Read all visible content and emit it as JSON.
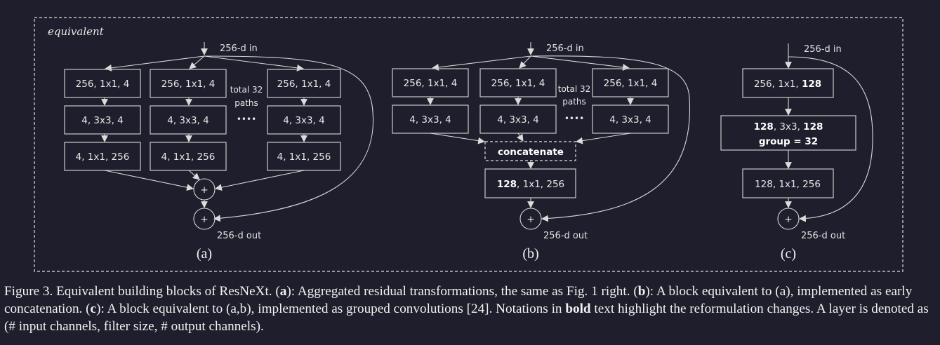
{
  "frame_label": "equivalent",
  "a": {
    "input_label": "256-d in",
    "output_label": "256-d out",
    "subfig_label": "(a)",
    "paths_note_line1": "total 32",
    "paths_note_line2": "paths",
    "ellipsis": "••••",
    "layer1": "256, 1x1, 4",
    "layer2": "4, 3x3, 4",
    "layer3": "4, 1x1, 256",
    "sum_symbol": "+"
  },
  "b": {
    "input_label": "256-d in",
    "output_label": "256-d out",
    "subfig_label": "(b)",
    "paths_note_line1": "total 32",
    "paths_note_line2": "paths",
    "ellipsis": "••••",
    "layer1": "256, 1x1, 4",
    "layer2": "4, 3x3, 4",
    "concat_label": "concatenate",
    "final_bold": "128",
    "final_rest": ", 1x1, 256",
    "sum_symbol": "+"
  },
  "c": {
    "input_label": "256-d in",
    "output_label": "256-d out",
    "subfig_label": "(c)",
    "layer1_plain": "256, 1x1, ",
    "layer1_bold": "128",
    "layer2_bold_in": "128",
    "layer2_plain": ", 3x3, ",
    "layer2_bold_out": "128",
    "layer2_group": "group = 32",
    "layer3": "128, 1x1, 256",
    "sum_symbol": "+"
  },
  "caption": {
    "p1": "Figure 3. Equivalent building blocks of ResNeXt. (",
    "a": "a",
    "p2": "): Aggregated residual transformations, the same as Fig. 1 right. (",
    "b": "b",
    "p3": "): A block equivalent to (a), implemented as early concatenation. (",
    "c": "c",
    "p4": "): A block equivalent to (a,b), implemented as grouped convolutions [24]. Notations in ",
    "bold": "bold",
    "p5": " text highlight the reformulation changes. A layer is denoted as (# input channels, filter size, # output channels)."
  }
}
